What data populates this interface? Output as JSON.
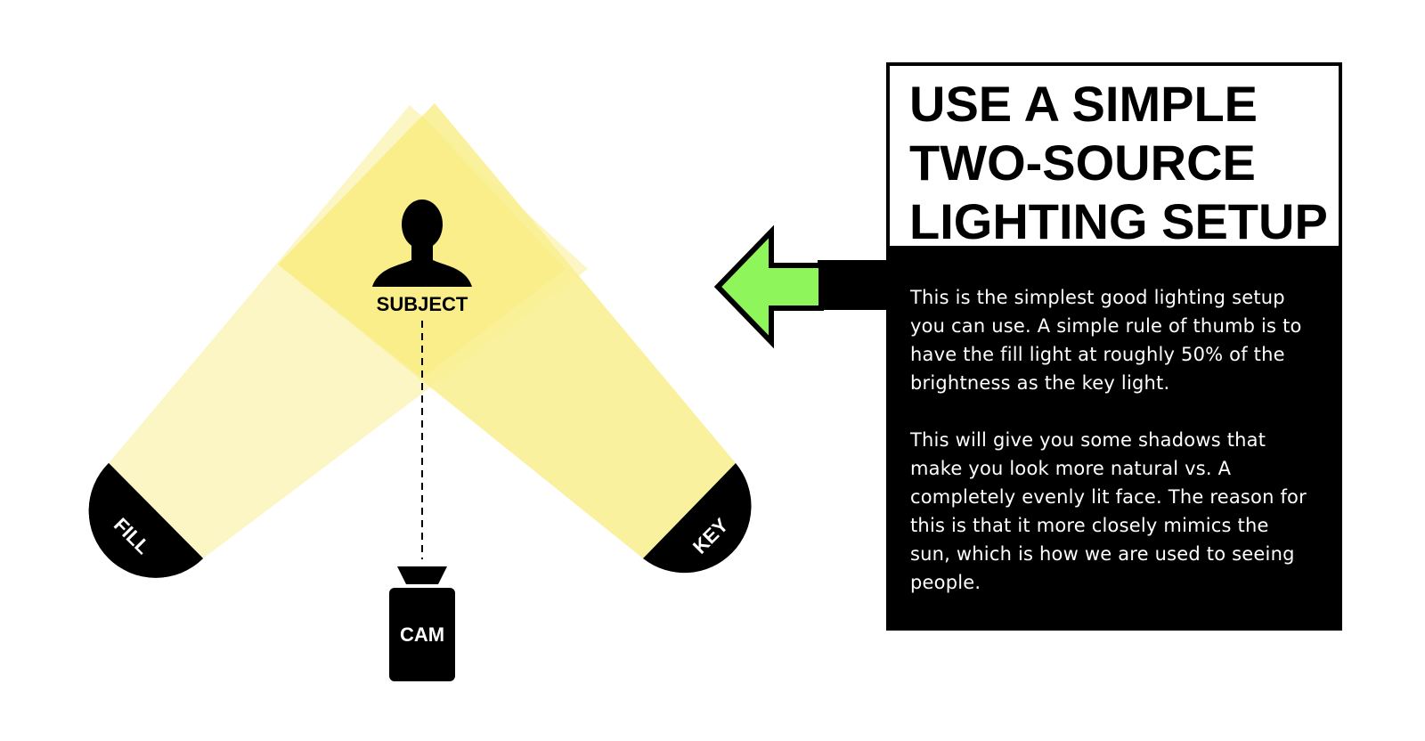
{
  "diagram": {
    "subject_label": "SUBJECT",
    "fill_label": "FILL",
    "key_label": "KEY",
    "cam_label": "CAM"
  },
  "info": {
    "title_lines": [
      "USE A SIMPLE",
      "TWO-SOURCE",
      "LIGHTING SETUP"
    ],
    "paragraph_1": "This is the simplest good lighting setup you can use. A simple rule of thumb is to have the fill light at roughly 50% of the brightness as the key light.",
    "paragraph_2": "This will give you some shadows that make you look more natural vs. A completely evenly lit face. The reason for this is that it more closely mimics the sun, which is how we are used to seeing people."
  },
  "colors": {
    "fill_beam": "#fcf6c4",
    "key_beam": "#f9ef94",
    "overlap": "#f8ec7e",
    "arrow": "#8ef65a",
    "ink": "#000000"
  },
  "icons": [
    "person-silhouette-icon",
    "camera-icon",
    "arrow-left-icon"
  ]
}
